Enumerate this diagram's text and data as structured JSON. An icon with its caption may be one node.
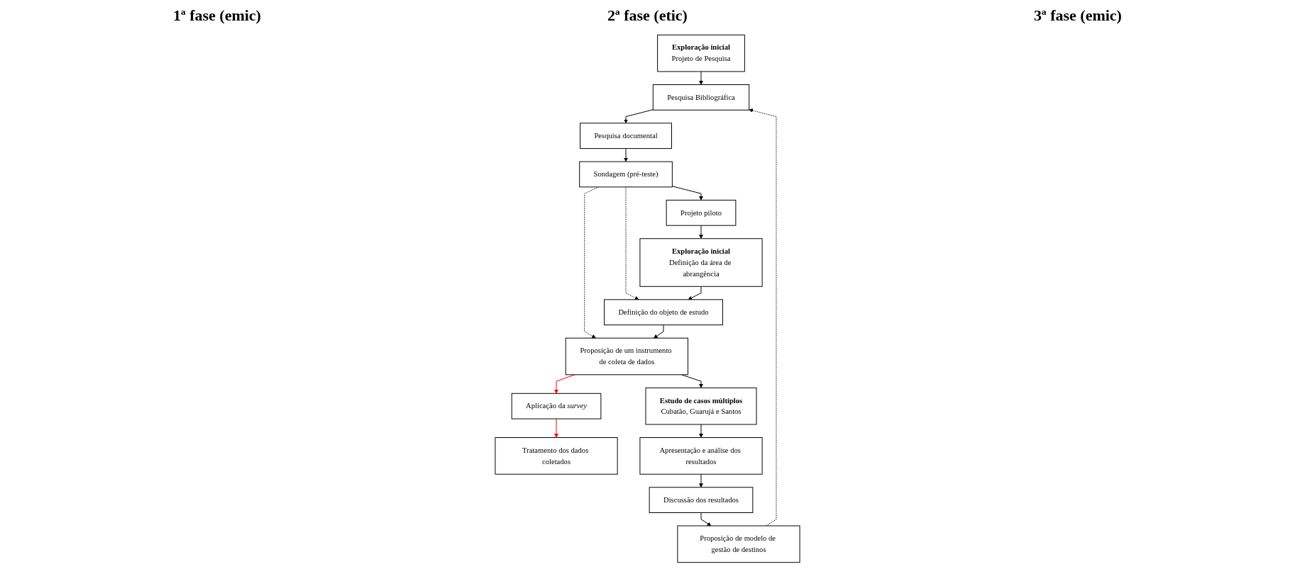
{
  "diagram": {
    "nodes": [
      {
        "text": [
          "Exploração inicial",
          "Projeto de Pesquisa"
        ]
      },
      {
        "text": [
          "Pesquisa Bibliográfica"
        ]
      },
      {
        "text": [
          "Pesquisa documental"
        ]
      },
      {
        "text": [
          "Sondagem (pré-teste)"
        ]
      },
      {
        "text": [
          "Projeto piloto"
        ]
      },
      {
        "text": [
          "Exploração inicial",
          "Definição da área de abrangência"
        ]
      },
      {
        "text": [
          "Definição do objeto de estudo"
        ]
      },
      {
        "text": [
          "Proposição de um instrumento de coleta de dados"
        ]
      },
      {
        "text": [
          "Aplicação da *survey*"
        ]
      },
      {
        "text": [
          "Tratamento dos dados coletados"
        ]
      },
      {
        "text": [
          "Estudo de casos múltiplos",
          "Cubatão, Guarujá e Santos"
        ]
      },
      {
        "text": [
          "Apresentação e análise dos resultados"
        ]
      },
      {
        "text": [
          "Discussão dos resultados"
        ]
      },
      {
        "text": [
          "Proposição de modelo de gestão de destinos"
        ]
      }
    ],
    "edges": [
      {
        "from": 0,
        "to": 1,
        "arrow": "to"
      },
      {
        "from": 1,
        "to": 2,
        "arrow": "to"
      },
      {
        "from": 2,
        "to": 3,
        "arrow": "to"
      },
      {
        "from": 3,
        "to": 4,
        "arrow": "to"
      },
      {
        "from": 4,
        "to": 5,
        "arrow": "to"
      },
      {
        "from": 3,
        "to": 6,
        "arrow": "to",
        "style": "dashed"
      },
      {
        "from": 3,
        "to": 7,
        "arrow": "to",
        "style": "dashed"
      },
      {
        "from": 5,
        "to": 6,
        "arrow": "to"
      },
      {
        "from": 6,
        "to": 7,
        "arrow": "to"
      },
      {
        "from": 7,
        "to": 8,
        "arrow": "to",
        "color": "#ff0000"
      },
      {
        "from": 8,
        "to": 9,
        "arrow": "to",
        "color": "#ff0000"
      },
      {
        "from": 7,
        "to": 10,
        "arrow": "to"
      },
      {
        "from": 10,
        "to": 11,
        "arrow": "to"
      },
      {
        "from": 11,
        "to": 12,
        "arrow": "to"
      },
      {
        "from": 12,
        "to": 13,
        "arrow": "to"
      },
      {
        "from": 13,
        "to": 1,
        "arrow": "to",
        "style": "dashed"
      }
    ],
    "labels": [
      "1ª fase (emic)",
      "2ª fase (etic)",
      "3ª fase (emic)"
    ]
  }
}
